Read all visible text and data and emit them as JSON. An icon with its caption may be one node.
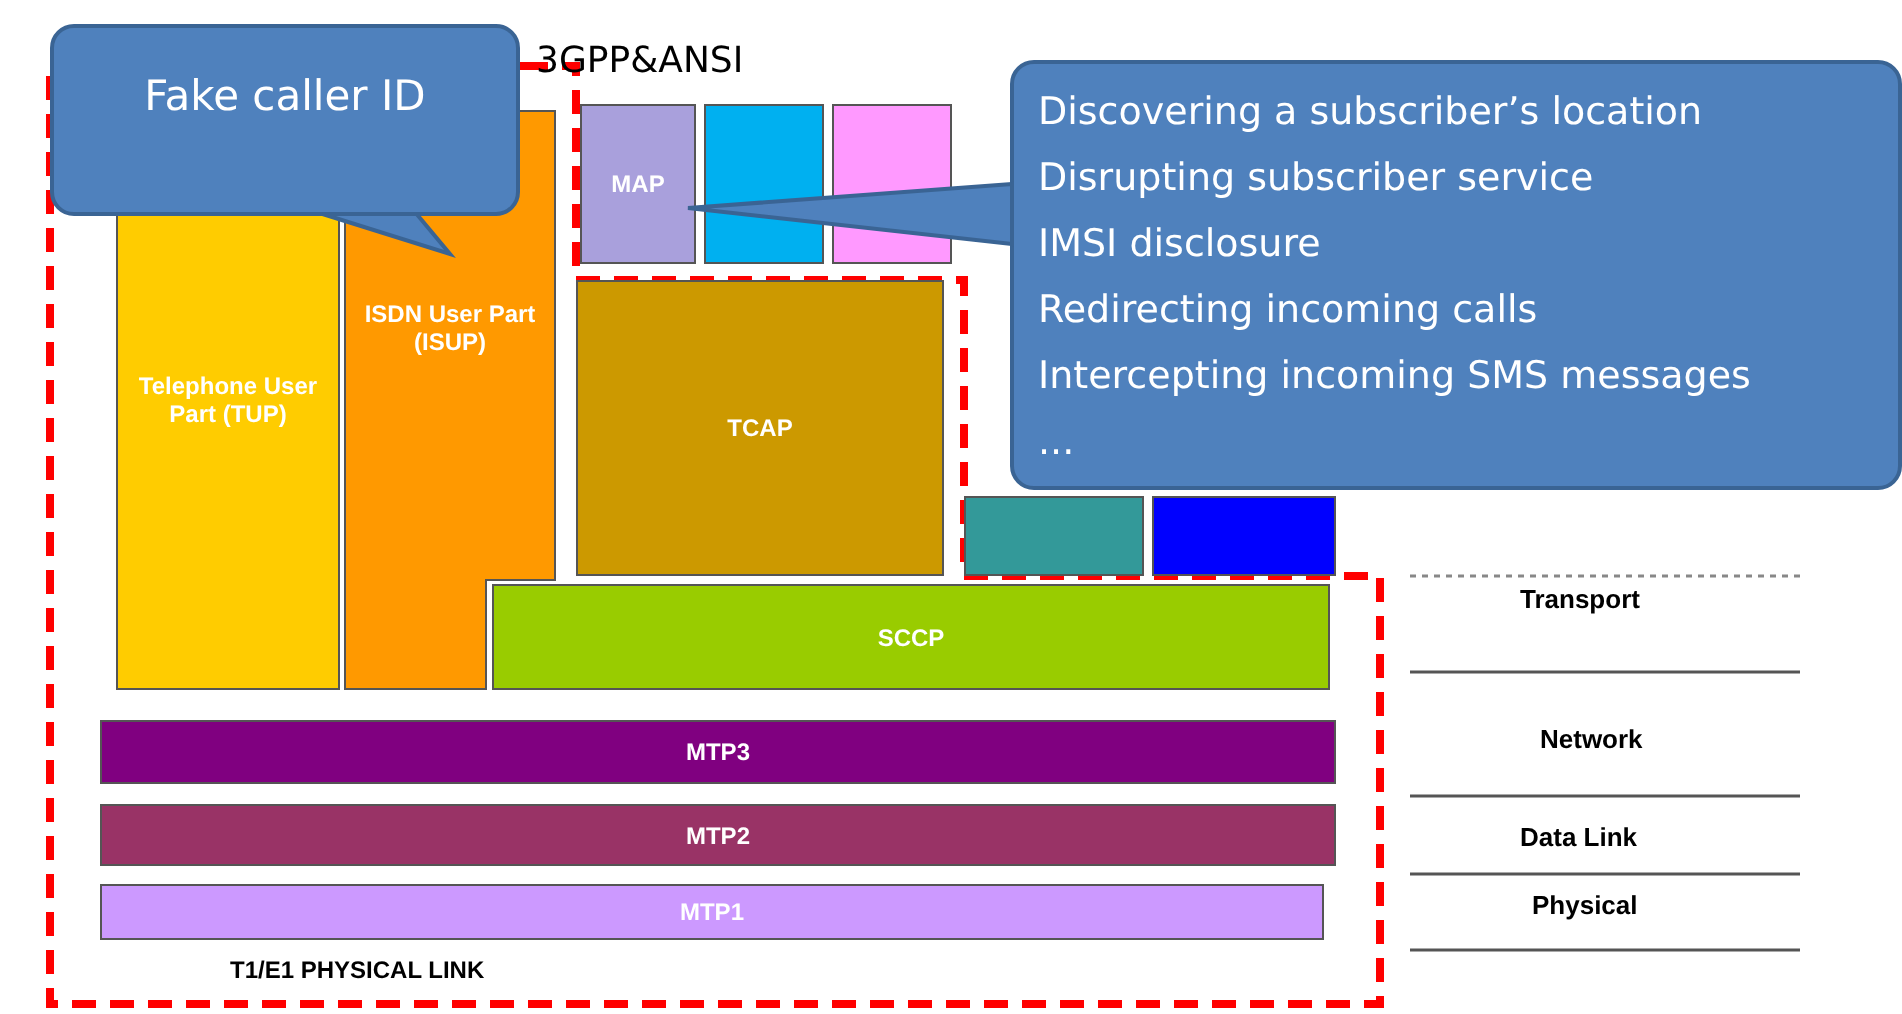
{
  "diagram": {
    "nodes": [
      {
        "text": [
          "Fake caller ID"
        ]
      },
      {
        "text": [
          "Discovering a subscriber’s location",
          "Disrupting subscriber service",
          "IMSI disclosure",
          "Redirecting incoming calls",
          "Intercepting incoming SMS messages",
          "..."
        ]
      },
      {
        "text": [
          "Telephone User Part (TUP)"
        ]
      },
      {
        "text": [
          "ISDN User Part (ISUP)"
        ]
      },
      {
        "text": [
          "MAP"
        ]
      },
      {
        "text": [],
        "shape": "box"
      },
      {
        "text": [],
        "shape": "box"
      },
      {
        "text": [
          "TCAP"
        ]
      },
      {
        "text": [],
        "shape": "box"
      },
      {
        "text": [],
        "shape": "box"
      },
      {
        "text": [
          "SCCP"
        ]
      },
      {
        "text": [
          "MTP3"
        ]
      },
      {
        "text": [
          "MTP2"
        ]
      },
      {
        "text": [
          "MTP1"
        ]
      }
    ],
    "edges": [
      {
        "from": 0,
        "to": 3,
        "arrow": "none"
      },
      {
        "from": 1,
        "to": 4,
        "arrow": "none"
      }
    ],
    "labels": [
      "3GPP&ANSI",
      "Transport",
      "Network",
      "Data Link",
      "Physical",
      "T1/E1 PHYSICAL LINK"
    ]
  }
}
